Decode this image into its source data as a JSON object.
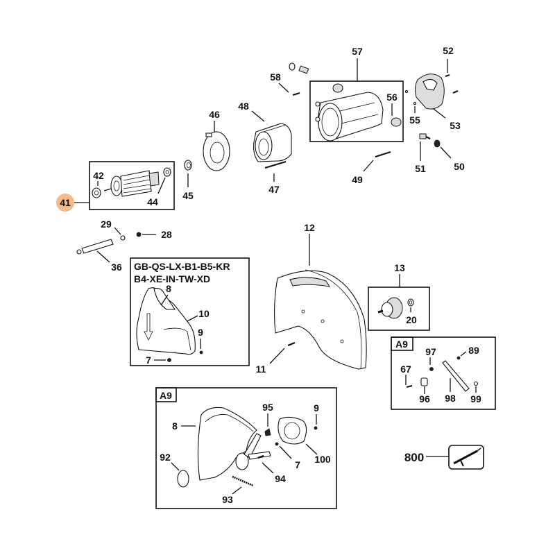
{
  "diagram": {
    "type": "exploded-parts-diagram",
    "highlight_color": "#F5B98A",
    "highlighted_part": "41",
    "parts": {
      "p41": "41",
      "p42": "42",
      "p44": "44",
      "p45": "45",
      "p46": "46",
      "p47": "47",
      "p48": "48",
      "p49": "49",
      "p50": "50",
      "p51": "51",
      "p52": "52",
      "p53": "53",
      "p55": "55",
      "p56": "56",
      "p57": "57",
      "p58": "58",
      "p28": "28",
      "p29": "29",
      "p36": "36",
      "p12": "12",
      "p11": "11",
      "p13": "13",
      "p20": "20",
      "p800": "800"
    },
    "guard_box": {
      "variants_line1": "GB-QS-LX-B1-B5-KR",
      "variants_line2": "B4-XE-IN-TW-XD",
      "parts": {
        "p8": "8",
        "p10": "10",
        "p9": "9",
        "p7": "7"
      }
    },
    "a9_small": {
      "tag": "A9",
      "parts": {
        "p97": "97",
        "p89": "89",
        "p67": "67",
        "p96": "96",
        "p98": "98",
        "p99": "99"
      }
    },
    "a9_large": {
      "tag": "A9",
      "parts": {
        "p8": "8",
        "p95": "95",
        "p9": "9",
        "p92": "92",
        "p7": "7",
        "p100": "100",
        "p94": "94",
        "p93": "93"
      }
    }
  }
}
